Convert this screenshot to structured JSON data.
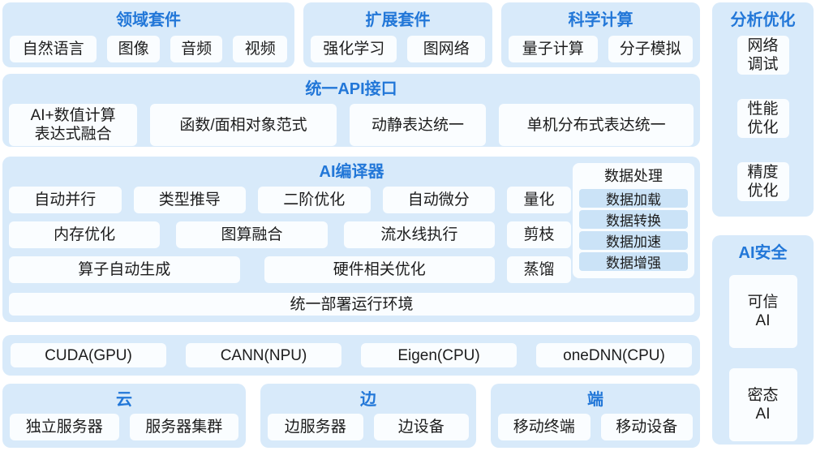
{
  "colors": {
    "panel_bg": "#d8eafa",
    "box_bg": "#fafdff",
    "title_blue": "#2277d8",
    "text": "#1c1c1c",
    "subitem_bg": "#cbe3f7"
  },
  "top_suites": [
    {
      "title": "领域套件",
      "items": [
        "自然语言",
        "图像",
        "音频",
        "视频"
      ]
    },
    {
      "title": "扩展套件",
      "items": [
        "强化学习",
        "图网络"
      ]
    },
    {
      "title": "科学计算",
      "items": [
        "量子计算",
        "分子模拟"
      ]
    }
  ],
  "api": {
    "title": "统一API接口",
    "items": [
      "AI+数值计算\n表达式融合",
      "函数/面相对象范式",
      "动静表达统一",
      "单机分布式表达统一"
    ]
  },
  "compiler": {
    "title": "AI编译器",
    "row1": [
      "自动并行",
      "类型推导",
      "二阶优化",
      "自动微分"
    ],
    "row2": [
      "内存优化",
      "图算融合",
      "流水线执行"
    ],
    "row3": [
      "算子自动生成",
      "硬件相关优化"
    ],
    "side_items": [
      "量化",
      "剪枝",
      "蒸馏"
    ],
    "data_processing": {
      "title": "数据处理",
      "items": [
        "数据加载",
        "数据转换",
        "数据加速",
        "数据增强"
      ]
    },
    "runtime": "统一部署运行环境"
  },
  "hardware": [
    "CUDA(GPU)",
    "CANN(NPU)",
    "Eigen(CPU)",
    "oneDNN(CPU)"
  ],
  "deployment": [
    {
      "title": "云",
      "items": [
        "独立服务器",
        "服务器集群"
      ]
    },
    {
      "title": "边",
      "items": [
        "边服务器",
        "边设备"
      ]
    },
    {
      "title": "端",
      "items": [
        "移动终端",
        "移动设备"
      ]
    }
  ],
  "sidebar": [
    {
      "title": "分析优化",
      "items": [
        "网络\n调试",
        "性能\n优化",
        "精度\n优化"
      ]
    },
    {
      "title": "AI安全",
      "items": [
        "可信\nAI",
        "密态\nAI"
      ]
    }
  ]
}
